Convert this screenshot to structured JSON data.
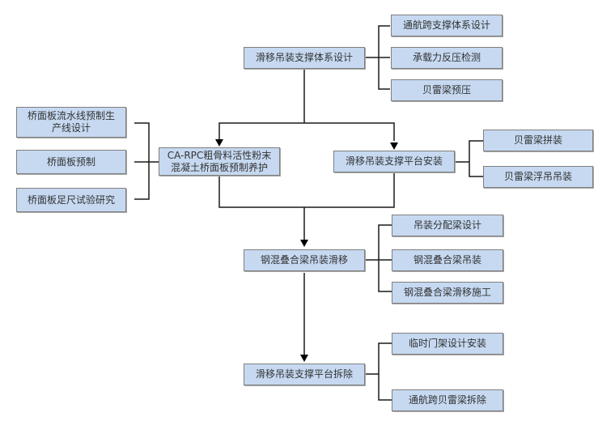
{
  "diagram": {
    "nodes": {
      "support_design": "滑移吊装支撑体系设计",
      "nav_span_support": "通航跨支撑体系设计",
      "bearing_test": "承载力反压检测",
      "bailey_preload": "贝雷梁预压",
      "deck_line_design": "桥面板流水线预制生\n产线设计",
      "deck_prefab": "桥面板预制",
      "deck_fullscale_test": "桥面板足尺试验研究",
      "carpc_curing": "CA-RPC粗骨料活性粉末\n混凝土桥面板预制养护",
      "platform_install": "滑移吊装支撑平台安装",
      "bailey_assembly": "贝雷梁拼装",
      "bailey_float_lift": "贝雷梁浮吊吊装",
      "composite_lift_slide": "钢混叠合梁吊装滑移",
      "lift_beam_design": "吊装分配梁设计",
      "composite_lift": "钢混叠合梁吊装",
      "composite_slide": "钢混叠合梁滑移施工",
      "platform_removal": "滑移吊装支撑平台拆除",
      "temp_gantry": "临时门架设计安装",
      "nav_span_bailey_removal": "通航跨贝雷梁拆除"
    },
    "edges": [
      {
        "from": "support_design",
        "to": "nav_span_support",
        "arrow": false
      },
      {
        "from": "support_design",
        "to": "bearing_test",
        "arrow": false
      },
      {
        "from": "support_design",
        "to": "bailey_preload",
        "arrow": false
      },
      {
        "from": "support_design",
        "to": "carpc_curing",
        "arrow": true
      },
      {
        "from": "support_design",
        "to": "platform_install",
        "arrow": true
      },
      {
        "from": "deck_line_design",
        "to": "carpc_curing",
        "arrow": false
      },
      {
        "from": "deck_prefab",
        "to": "carpc_curing",
        "arrow": false
      },
      {
        "from": "deck_fullscale_test",
        "to": "carpc_curing",
        "arrow": false
      },
      {
        "from": "platform_install",
        "to": "bailey_assembly",
        "arrow": false
      },
      {
        "from": "platform_install",
        "to": "bailey_float_lift",
        "arrow": false
      },
      {
        "from": "carpc_curing",
        "to": "composite_lift_slide",
        "arrow": true
      },
      {
        "from": "platform_install",
        "to": "composite_lift_slide",
        "arrow": true
      },
      {
        "from": "composite_lift_slide",
        "to": "lift_beam_design",
        "arrow": false
      },
      {
        "from": "composite_lift_slide",
        "to": "composite_lift",
        "arrow": false
      },
      {
        "from": "composite_lift_slide",
        "to": "composite_slide",
        "arrow": false
      },
      {
        "from": "composite_lift_slide",
        "to": "platform_removal",
        "arrow": true
      },
      {
        "from": "platform_removal",
        "to": "temp_gantry",
        "arrow": false
      },
      {
        "from": "platform_removal",
        "to": "nav_span_bailey_removal",
        "arrow": false
      }
    ]
  }
}
